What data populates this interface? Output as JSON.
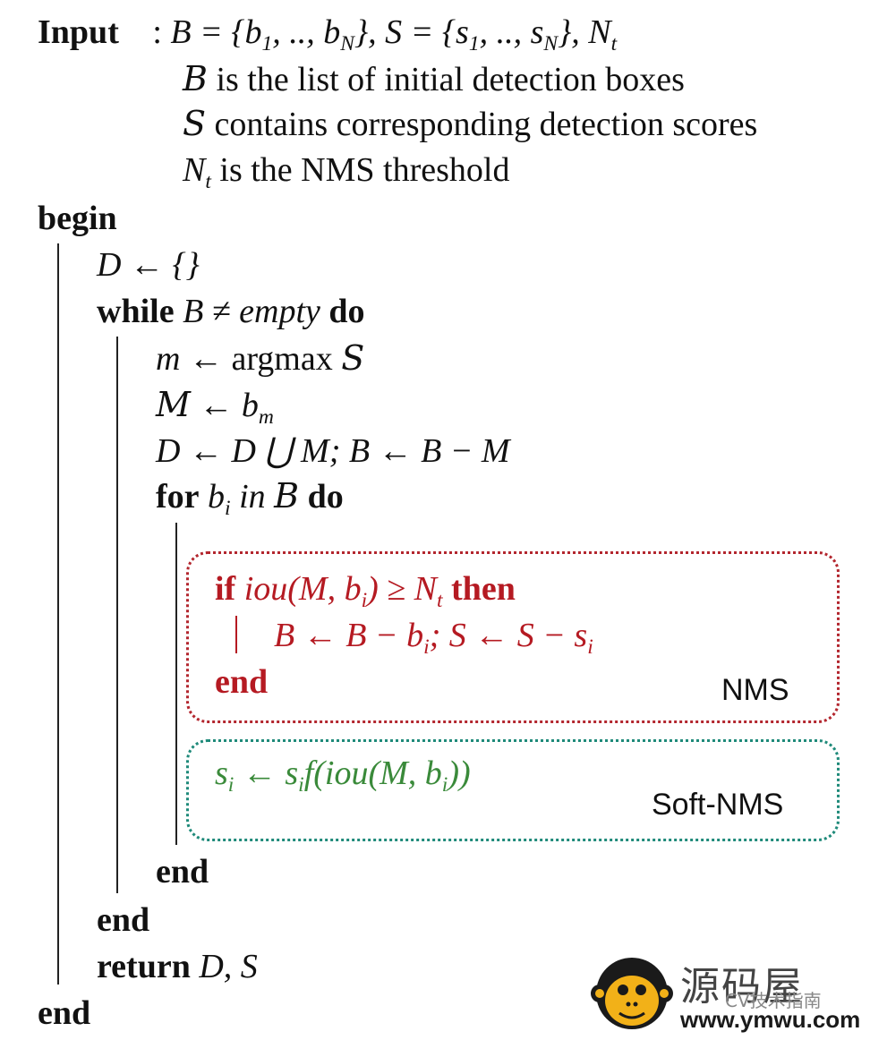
{
  "input": {
    "keyword": "Input",
    "sep": ":",
    "def_b": "B = {b",
    "def_b_sub1": "1",
    "def_b_mid": ", .., b",
    "def_b_subN": "N",
    "def_b_end": "}, ",
    "def_s": "S = {s",
    "def_s_sub1": "1",
    "def_s_mid": ", .., s",
    "def_s_subN": "N",
    "def_s_end": "}, N",
    "def_nt_sub": "t",
    "desc_b_sym": "B",
    "desc_b": " is the list of initial detection boxes",
    "desc_s_sym": "S",
    "desc_s": " contains corresponding detection scores",
    "desc_nt_sym": "N",
    "desc_nt_sub": "t",
    "desc_nt": " is the NMS threshold"
  },
  "algo": {
    "begin": "begin",
    "d_init": "D ← {}",
    "while_kw": "while",
    "while_cond": " B ≠ ",
    "while_empty": "empty",
    "do1": " do",
    "m_line_a": "m",
    "m_line_b": " ← argmax ",
    "m_line_c": "S",
    "M_line_a": "M",
    "M_line_b": " ← b",
    "M_line_sub": "m",
    "d_update": "D ← D ⋃ M; B ← B − M",
    "for_kw": "for",
    "for_b": " b",
    "for_sub": "i",
    "for_in": " in ",
    "for_B": "B",
    "do2": " do",
    "if_kw": "if",
    "if_cond_a": " iou(M, b",
    "if_cond_sub": "i",
    "if_cond_b": ") ≥ N",
    "if_cond_sub2": "t",
    "then_kw": " then",
    "nms_update_a": "B ← B − b",
    "nms_update_sub": "i",
    "nms_update_b": "; S ← S − s",
    "nms_update_sub2": "i",
    "end_if": "end",
    "nms_label": "NMS",
    "soft_a": "s",
    "soft_sub": "i",
    "soft_b": " ← s",
    "soft_sub2": "i",
    "soft_c": "f(iou(M, b",
    "soft_sub3": "i",
    "soft_d": "))",
    "soft_label": "Soft-NMS",
    "end_for": "end",
    "end_while": "end",
    "return_kw": "return",
    "return_vals": " D, S",
    "end_main": "end"
  },
  "watermark": {
    "cn": "源码屋",
    "sub": "CV技术指南",
    "url": "www.ymwu.com"
  },
  "colors": {
    "nms": "#b51a22",
    "soft": "#3a8a3a"
  }
}
